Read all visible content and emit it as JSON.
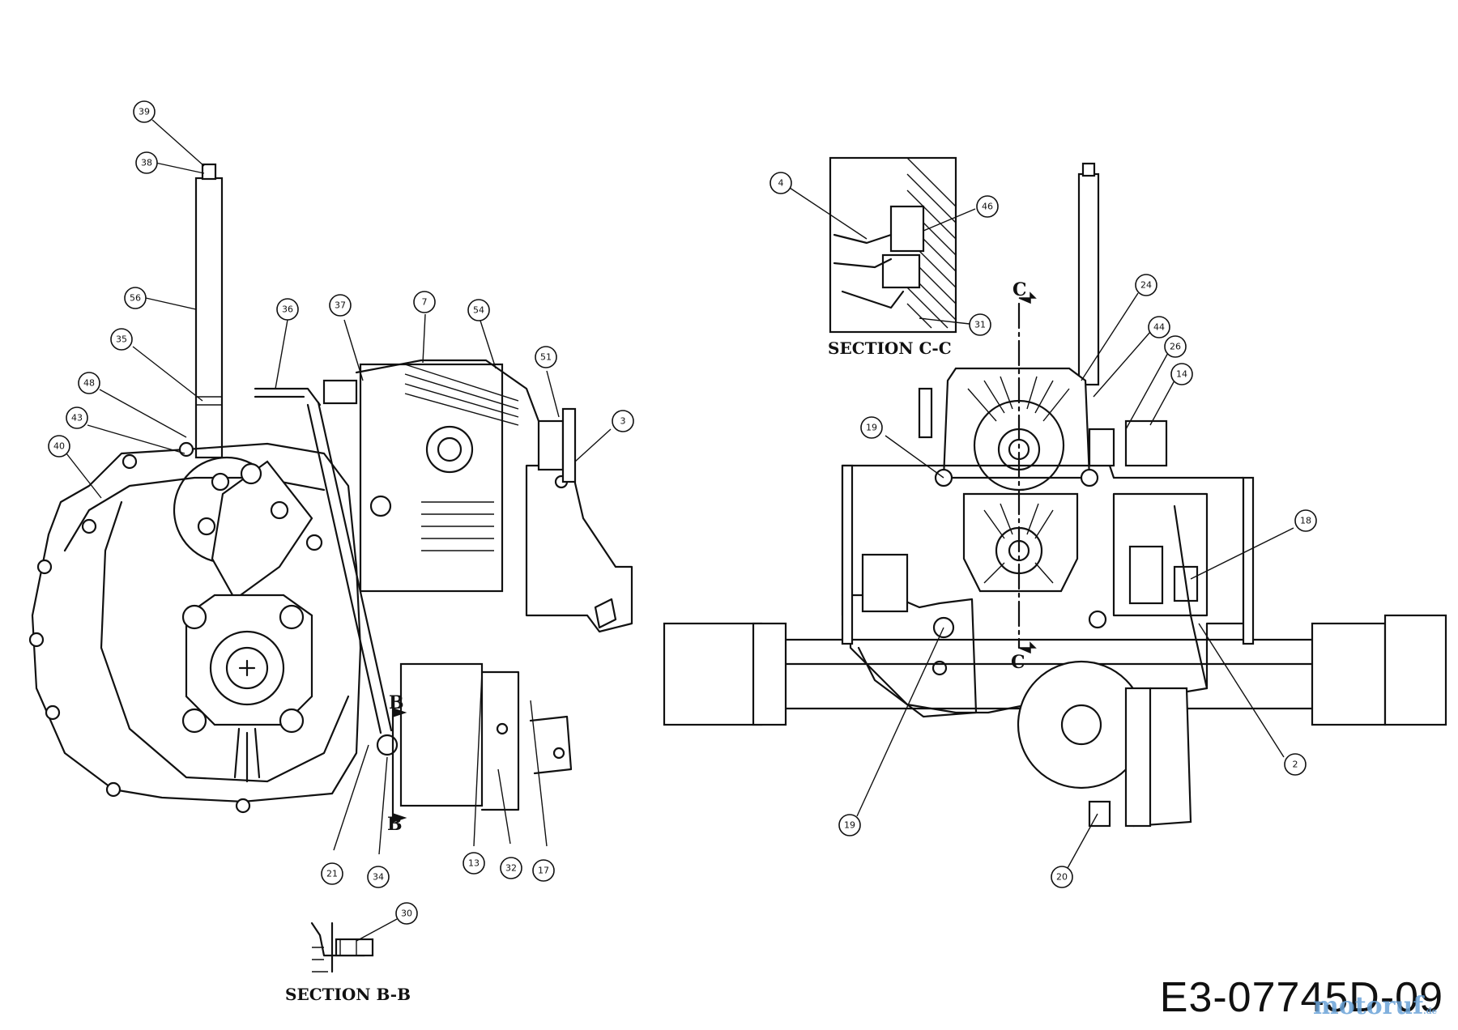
{
  "drawing_number": "E3-07745D-09",
  "watermark": {
    "brand": "motoruf",
    "suffix": ".de"
  },
  "sections": {
    "section_b": "SECTION  B-B",
    "section_c": "SECTION  C-C"
  },
  "cut_letters": {
    "b_top": "B",
    "b_bottom": "B",
    "c_top": "C",
    "c_bottom": "C"
  },
  "callouts_left": [
    "39",
    "38",
    "56",
    "35",
    "48",
    "43",
    "40",
    "36",
    "37",
    "7",
    "54",
    "51",
    "3",
    "21",
    "34",
    "13",
    "32",
    "17",
    "30"
  ],
  "callouts_right": [
    "4",
    "46",
    "31",
    "24",
    "44",
    "26",
    "14",
    "19",
    "18",
    "2",
    "19",
    "20"
  ]
}
